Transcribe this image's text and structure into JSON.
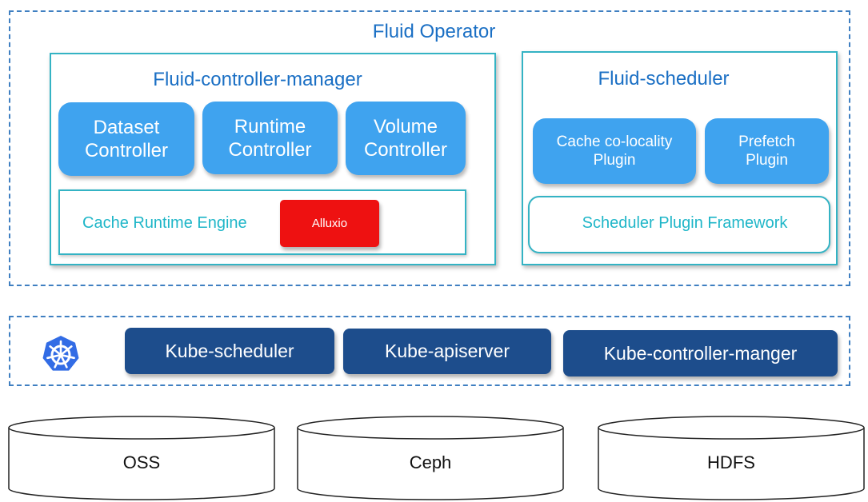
{
  "operator": {
    "title": "Fluid Operator"
  },
  "controller_manager": {
    "title": "Fluid-controller-manager",
    "controllers": [
      {
        "label": "Dataset\nController"
      },
      {
        "label": "Runtime\nController"
      },
      {
        "label": "Volume\nController"
      }
    ],
    "cache_engine": {
      "label": "Cache Runtime Engine",
      "runtime": "Alluxio"
    }
  },
  "scheduler": {
    "title": "Fluid-scheduler",
    "plugins": [
      {
        "label": "Cache co-locality\nPlugin"
      },
      {
        "label": "Prefetch\nPlugin"
      }
    ],
    "framework": {
      "label": "Scheduler Plugin Framework"
    }
  },
  "kubernetes": {
    "icon": "kubernetes-helm-icon",
    "components": [
      {
        "label": "Kube-scheduler"
      },
      {
        "label": "Kube-apiserver"
      },
      {
        "label": "Kube-controller-manger"
      }
    ]
  },
  "storage": [
    {
      "label": "OSS"
    },
    {
      "label": "Ceph"
    },
    {
      "label": "HDFS"
    }
  ],
  "colors": {
    "dashed_border": "#3f7fc1",
    "title_blue": "#1a6fc4",
    "panel_teal": "#34b3c4",
    "controller_blue": "#3fa3ef",
    "alluxio_red": "#ee1111",
    "kube_navy": "#1d4d8c"
  }
}
